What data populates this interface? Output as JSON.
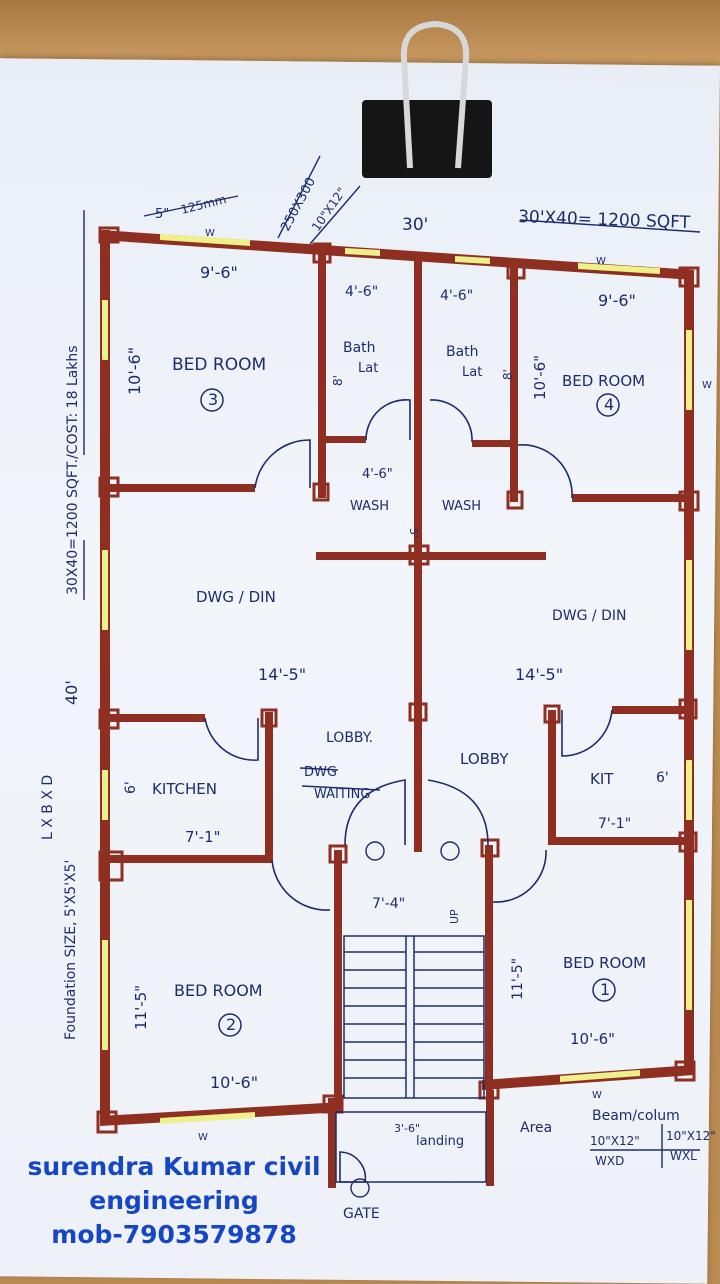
{
  "header": {
    "total_area": "30'X40= 1200 SQFT",
    "width_dim": "30'",
    "beam_size": "250X300",
    "beam_size_in": "10\"X12\"",
    "wall_thickness": "5\"",
    "wall_thickness_mm": "125mm"
  },
  "side_notes": {
    "area_cost": "30X40=1200 SQFT./COST: 18 Lakhs",
    "length_dim": "40'",
    "foundation": "Foundation SIZE, 5'X5'X5'",
    "foundation_formula": "L X B X D"
  },
  "rooms": {
    "bedroom3": {
      "label": "BED ROOM",
      "number": "3",
      "width": "9'-6\"",
      "depth": "10'-6\""
    },
    "bedroom4": {
      "label": "BED ROOM",
      "number": "4",
      "width": "9'-6\"",
      "depth": "10'-6\""
    },
    "bath_left": {
      "label": "Bath",
      "label2": "Lat",
      "width": "4'-6\"",
      "depth": "8'"
    },
    "bath_right": {
      "label": "Bath",
      "label2": "Lat",
      "width": "4'-6\"",
      "depth": "8'"
    },
    "wash_left": {
      "label": "WASH",
      "width": "4'-6\"",
      "depth": "5'"
    },
    "wash_right": {
      "label": "WASH"
    },
    "dwg_left": {
      "label": "DWG / DIN",
      "width": "14'-5\""
    },
    "dwg_right": {
      "label": "DWG / DIN",
      "width": "14'-5\""
    },
    "lobby_left": {
      "label": "LOBBY.",
      "sub1": "DWG",
      "sub2": "WAITING"
    },
    "lobby_right": {
      "label": "LOBBY"
    },
    "kitchen": {
      "label": "KITCHEN",
      "width": "7'-1\"",
      "depth": "6'"
    },
    "kit": {
      "label": "KIT",
      "width": "7'-1\"",
      "depth": "6'"
    },
    "bedroom2": {
      "label": "BED ROOM",
      "number": "2",
      "width": "10'-6\"",
      "depth": "11'-5\""
    },
    "bedroom1": {
      "label": "BED ROOM",
      "number": "1",
      "width": "10'-6\"",
      "depth": "11'-5\""
    },
    "stair": {
      "width": "7'-4\"",
      "up": "UP",
      "landing": "landing",
      "landing_dim": "3'-6\""
    },
    "gate": "GATE"
  },
  "window_mark": "W",
  "legend": {
    "area": "Area",
    "title": "Beam/colum",
    "col1_size": "10\"X12\"",
    "col1_label": "WXD",
    "col2_size": "10\"X12\"",
    "col2_label": "WXL"
  },
  "credit": {
    "line1": "surendra Kumar civil",
    "line2": "engineering",
    "line3": "mob-7903579878"
  },
  "colors": {
    "wall": "#8e2f22",
    "window": "#eef08a",
    "ink": "#1d2c6e",
    "credit": "#1646c8"
  }
}
